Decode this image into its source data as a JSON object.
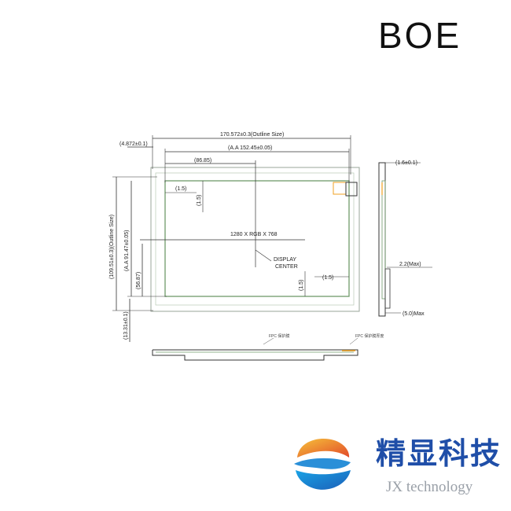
{
  "brand": {
    "name": "BOE"
  },
  "drawing": {
    "outline_width": "170.572±0.3(Outline Size)",
    "active_width": "(A.A 152.45±0.05)",
    "offset_x": "(86.85)",
    "left_margin": "(4.872±0.1)",
    "outline_height": "(109.51±0.3)(Outline Size)",
    "active_height": "(A.A 91.47±0.05)",
    "offset_y": "(56.87)",
    "bottom_margin": "(13.31±0.1)",
    "gap_top_h": "(1.5)",
    "gap_top_v": "(1.5)",
    "gap_right_h": "(1.5)",
    "gap_right_v": "(1.5)",
    "resolution": "1280 X RGB X 768",
    "center_label_1": "DISPLAY",
    "center_label_2": "CENTER",
    "side_top": "(1.6±0.1)",
    "side_thickness": "2.2(Max)",
    "side_bottom": "(5.0)Max",
    "note_1": "FPC 保护膜",
    "note_2": "FPC 保护膜厚度"
  },
  "company": {
    "name_cn": "精显科技",
    "name_en": "JX technology"
  },
  "colors": {
    "brand": "#111111",
    "company_blue": "#1f4ea8",
    "frame_green": "#6f9a6a",
    "accent_orange": "#f0a020"
  }
}
